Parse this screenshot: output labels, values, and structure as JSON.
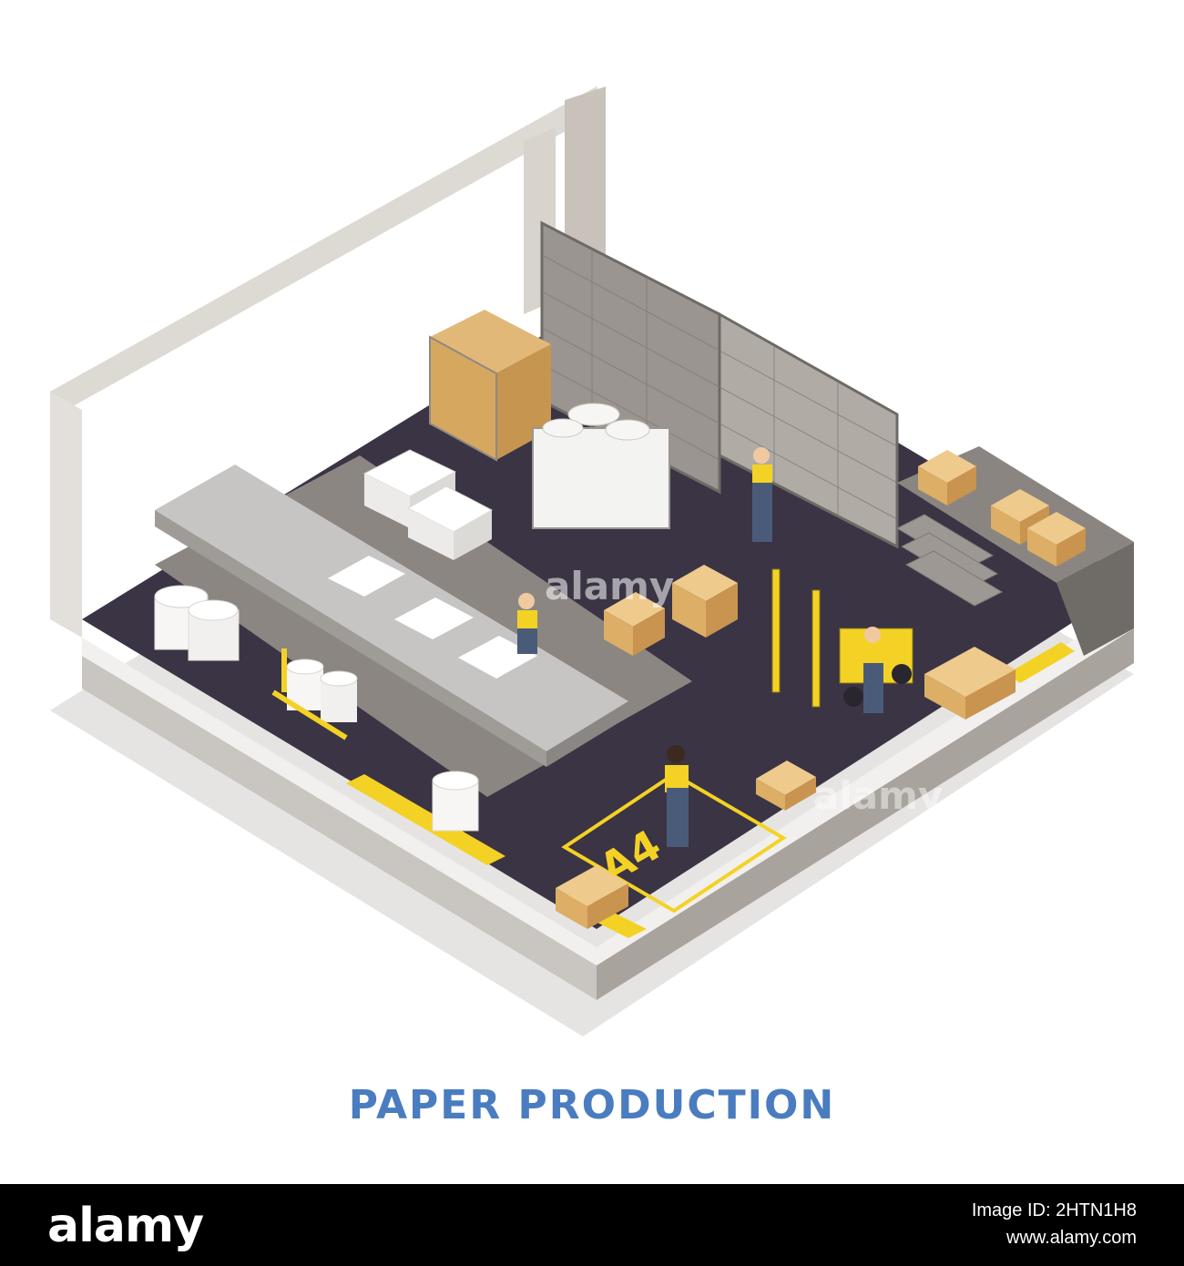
{
  "title": "PAPER PRODUCTION",
  "floor_marking": "A4",
  "watermark": "alamy",
  "footer": {
    "logo": "alamy",
    "image_id": "Image ID: 2HTN1H8",
    "site": "www.alamy.com"
  },
  "colors": {
    "title": "#4a7cc0",
    "floor": "#3a3444",
    "wall": "#dcd8d2",
    "cardboard": "#e2b878",
    "accent_yellow": "#f4d225",
    "footer_bg": "#000000"
  }
}
